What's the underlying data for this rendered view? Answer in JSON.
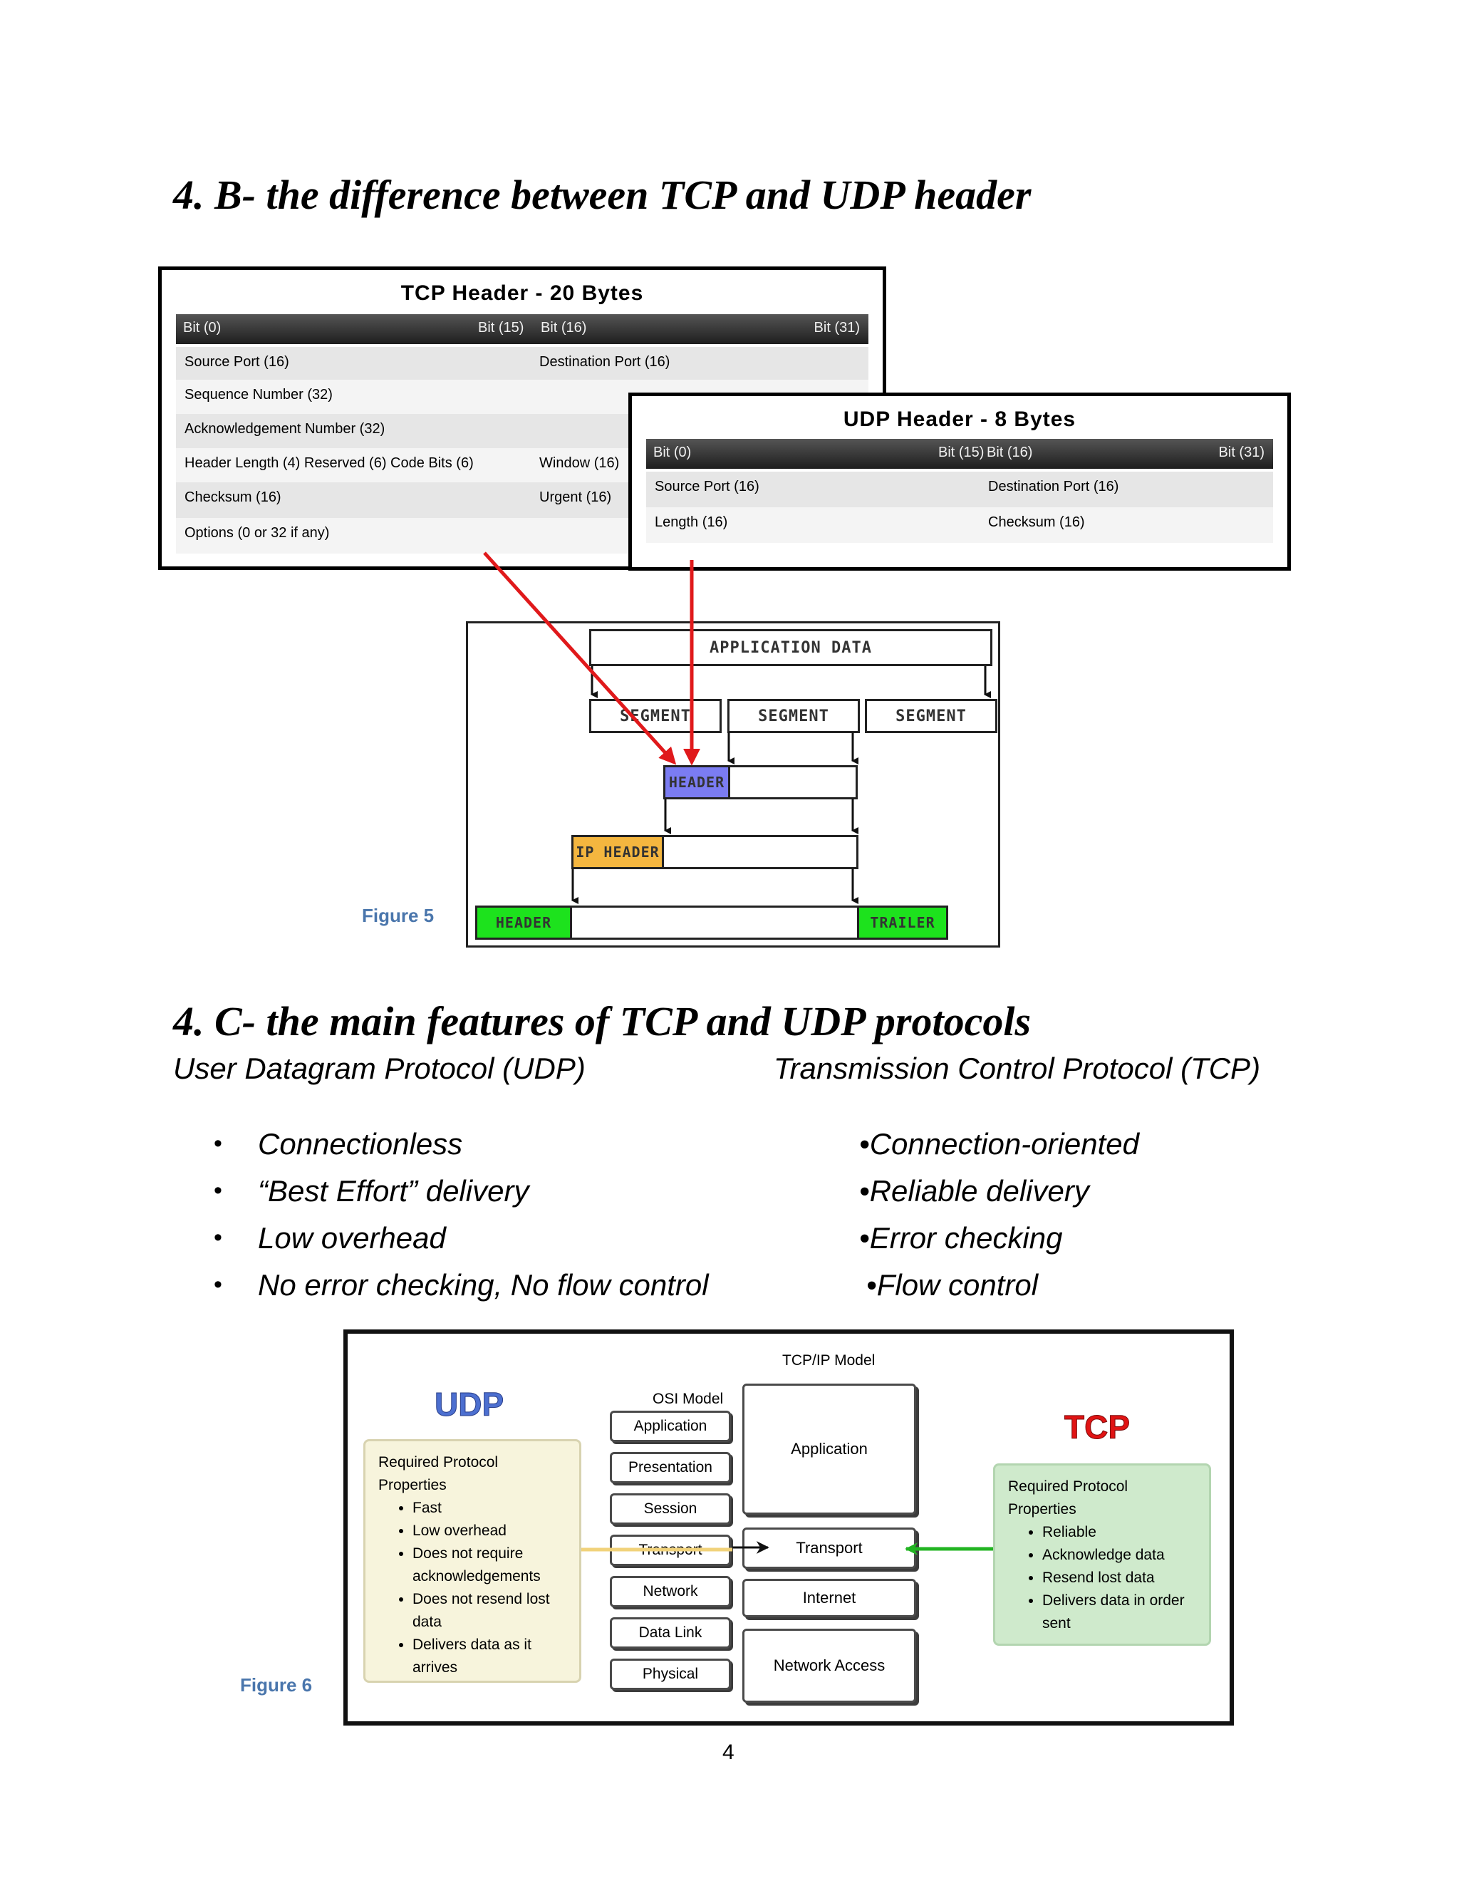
{
  "section_b": {
    "title": "4. B- the difference between TCP and UDP header"
  },
  "tcp_header": {
    "title": "TCP Header - 20 Bytes",
    "bits": [
      "Bit (0)",
      "Bit (15)",
      "Bit (16)",
      "Bit (31)"
    ],
    "rows": [
      [
        "Source Port (16)",
        "Destination Port (16)"
      ],
      [
        "Sequence Number (32)",
        ""
      ],
      [
        "Acknowledgement Number (32)",
        ""
      ],
      [
        "Header Length (4) Reserved (6) Code Bits (6)",
        "Window (16)"
      ],
      [
        "Checksum (16)",
        "Urgent (16)"
      ],
      [
        "Options (0 or 32 if any)",
        ""
      ]
    ]
  },
  "udp_header": {
    "title": "UDP Header - 8 Bytes",
    "bits": [
      "Bit (0)",
      "Bit (15)",
      "Bit (16)",
      "Bit (31)"
    ],
    "rows": [
      [
        "Source Port (16)",
        "Destination Port (16)"
      ],
      [
        "Length (16)",
        "Checksum (16)"
      ]
    ]
  },
  "encapsulation": {
    "application_data": "APPLICATION DATA",
    "segments": [
      "SEGMENT",
      "SEGMENT",
      "SEGMENT"
    ],
    "header": "HEADER",
    "ip_header": "IP HEADER",
    "frame_header": "HEADER",
    "trailer": "TRAILER",
    "colors": {
      "header": "#7b7cf2",
      "ip_header": "#f4b63f",
      "frame": "#1de21d",
      "arrow": "#e0191b"
    }
  },
  "figure5": "Figure 5",
  "section_c": {
    "title": "4. C- the main features of TCP and UDP protocols",
    "udp_label": "User Datagram Protocol (UDP)",
    "tcp_label": "Transmission Control Protocol (TCP)",
    "udp_features": [
      "Connectionless",
      " “Best Effort” delivery",
      "Low overhead",
      "No error checking, No flow control"
    ],
    "tcp_features": [
      "•Connection-oriented",
      "•Reliable delivery",
      "•Error checking",
      "•Flow control"
    ]
  },
  "model": {
    "tcpip_title": "TCP/IP Model",
    "osi_title": "OSI Model",
    "osi_layers": [
      "Application",
      "Presentation",
      "Session",
      "Transport",
      "Network",
      "Data Link",
      "Physical"
    ],
    "tcpip_layers": [
      "Application",
      "Transport",
      "Internet",
      "Network Access"
    ],
    "udp_logo": "UDP",
    "tcp_logo": "TCP",
    "udp_props_title": "Required Protocol Properties",
    "udp_props": [
      "Fast",
      "Low overhead",
      "Does not require acknowledgements",
      "Does not resend lost data",
      "Delivers data as it arrives"
    ],
    "tcp_props_title": "Required Protocol Properties",
    "tcp_props": [
      "Reliable",
      "Acknowledge data",
      "Resend lost data",
      "Delivers data in order sent"
    ],
    "colors": {
      "udp_logo": "#4c6fd0",
      "tcp_logo": "#e01414",
      "udp_bg": "#f7f4dc",
      "tcp_bg": "#cfeacc",
      "udp_arrow": "#f1d27a",
      "tcp_arrow": "#22b422"
    }
  },
  "figure6": "Figure 6",
  "page_number": "4"
}
